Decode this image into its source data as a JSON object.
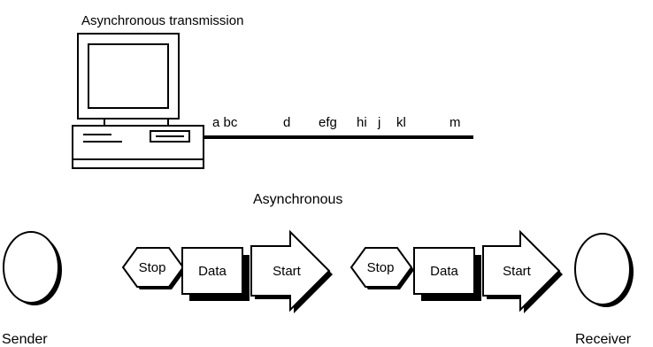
{
  "diagram": {
    "title": "Asynchronous transmission",
    "line_letters": [
      "a bc",
      "d",
      "efg",
      "hi",
      "j",
      "kl",
      "m"
    ],
    "subtitle": "Asynchronous",
    "left_frame": {
      "stop": "Stop",
      "data": "Data",
      "start": "Start"
    },
    "right_frame": {
      "stop": "Stop",
      "data": "Data",
      "start": "Start"
    },
    "sender_label": "Sender",
    "receiver_label": "Receiver"
  }
}
